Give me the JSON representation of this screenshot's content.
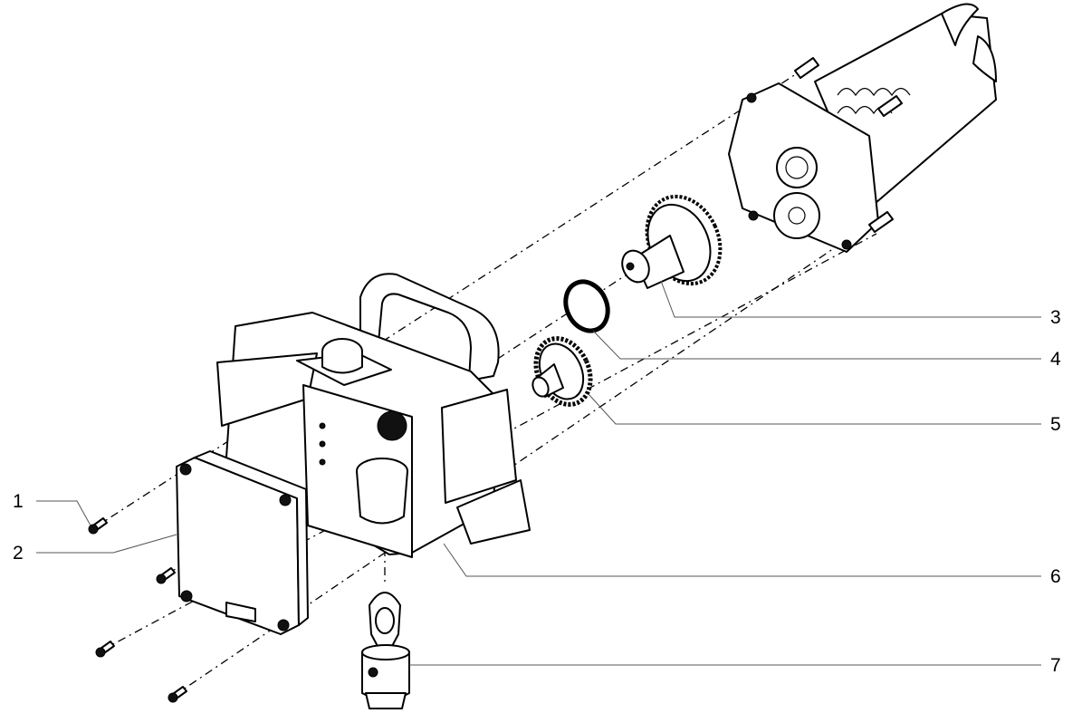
{
  "figure": {
    "type": "exploded-parts-diagram",
    "callouts": [
      {
        "number": "1",
        "part": "screw"
      },
      {
        "number": "2",
        "part": "cover-plate"
      },
      {
        "number": "3",
        "part": "output-gear-shaft"
      },
      {
        "number": "4",
        "part": "thrust-washer"
      },
      {
        "number": "5",
        "part": "pinion-gear"
      },
      {
        "number": "6",
        "part": "gear-housing"
      },
      {
        "number": "7",
        "part": "connecting-rod-yoke"
      }
    ]
  }
}
